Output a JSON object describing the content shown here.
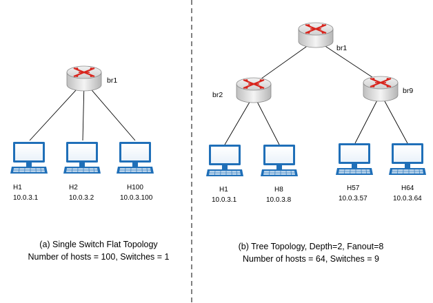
{
  "colors": {
    "screen_border": "#1f6fb8",
    "screen_fill": "#ffffff",
    "base_fill": "#1f6fb8",
    "keyboard_fill": "#b7d2ea",
    "router_body": "#dcdcdc",
    "router_arrow": "#d8251d",
    "line": "#000000",
    "divider": "#000000"
  },
  "left_panel": {
    "router": {
      "label": "br1"
    },
    "hosts": [
      {
        "name": "H1",
        "ip": "10.0.3.1"
      },
      {
        "name": "H2",
        "ip": "10.0.3.2"
      },
      {
        "name": "H100",
        "ip": "10.0.3.100"
      }
    ],
    "caption_line1": "(a) Single Switch Flat Topology",
    "caption_line2": "Number of hosts = 100, Switches = 1"
  },
  "right_panel": {
    "root_router": {
      "label": "br1"
    },
    "routers": [
      {
        "label": "br2"
      },
      {
        "label": "br9"
      }
    ],
    "hosts": [
      {
        "name": "H1",
        "ip": "10.0.3.1"
      },
      {
        "name": "H8",
        "ip": "10.0.3.8"
      },
      {
        "name": "H57",
        "ip": "10.0.3.57"
      },
      {
        "name": "H64",
        "ip": "10.0.3.64"
      }
    ],
    "caption_line1": "(b) Tree Topology, Depth=2, Fanout=8",
    "caption_line2": "Number of hosts = 64, Switches = 9"
  }
}
